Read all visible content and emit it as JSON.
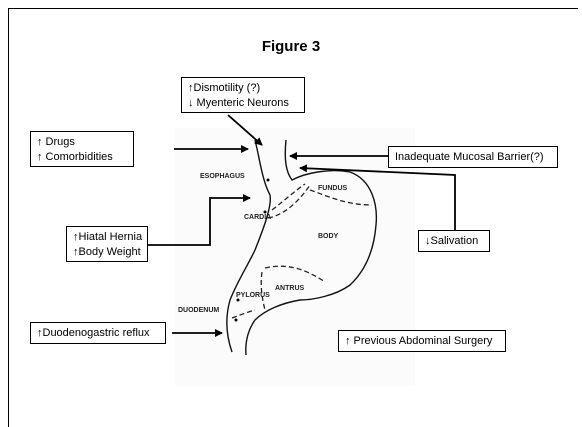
{
  "figure_title": "Figure 3",
  "boxes": {
    "dismotility": {
      "line1": "↑Dismotility (?)",
      "line2": "↓ Myenteric Neurons"
    },
    "drugs": {
      "line1": "↑ Drugs",
      "line2": "↑ Comorbidities"
    },
    "mucosal": {
      "line1": "Inadequate Mucosal Barrier(?)"
    },
    "hernia": {
      "line1": "↑Hiatal Hernia",
      "line2": "↑Body Weight"
    },
    "salivation": {
      "line1": "↓Salivation"
    },
    "reflux": {
      "line1": "↑Duodenogastric reflux"
    },
    "surgery": {
      "line1": "↑ Previous Abdominal Surgery"
    }
  },
  "anatomy_labels": {
    "esophagus": "ESOPHAGUS",
    "fundus": "FUNDUS",
    "cardia": "CARDIA",
    "body": "BODY",
    "antrus": "ANTRUS",
    "pylorus": "PYLORUS",
    "duodenum": "DUODENUM"
  }
}
